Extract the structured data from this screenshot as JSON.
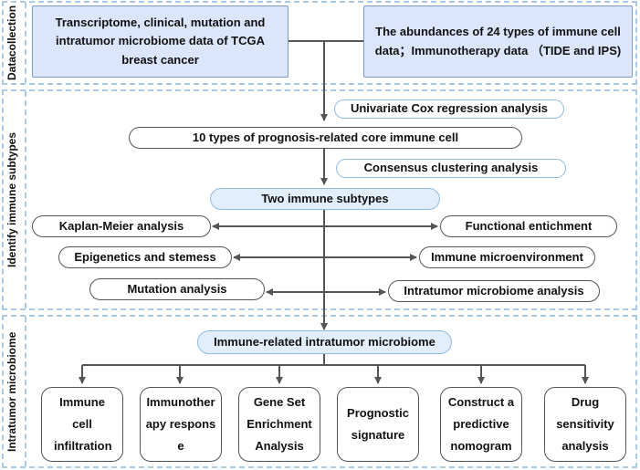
{
  "sections": {
    "data_collection": "Datacollection",
    "identify_subtypes": "Identify immune subtypes",
    "microbiome": "Intratumor microbiome"
  },
  "data_sources": {
    "left": "Transcriptome, clinical, mutation and intratumor microbiome data of TCGA breast cancer",
    "right": "The abundances of 24 types of immune cell data；Immunotherapy data （TIDE and IPS)"
  },
  "methods": {
    "cox": "Univariate Cox regression analysis",
    "consensus": "Consensus clustering analysis"
  },
  "steps": {
    "core_cells": "10 types of prognosis-related core immune cell",
    "two_subtypes": "Two immune subtypes",
    "microbiome_hub": "Immune-related intratumor microbiome"
  },
  "subtype_analyses": {
    "left": [
      "Kaplan-Meier analysis",
      "Epigenetics and stemess",
      "Mutation analysis"
    ],
    "right": [
      "Functional entichment",
      "Immune microenvironment",
      "Intratumor microbiome analysis"
    ]
  },
  "microbiome_analyses": [
    "Immune cell infiltration",
    "Immunotherapy response",
    "Gene Set Enrichment Analysis",
    "Prognostic signature",
    "Construct a predictive nomogram",
    "Drug sensitivity analysis"
  ],
  "colors": {
    "section_border": "#a9cbe8",
    "top_box_fill": "#dbe5fb",
    "highlight_fill": "#e2eefb",
    "arrow": "#555555"
  }
}
